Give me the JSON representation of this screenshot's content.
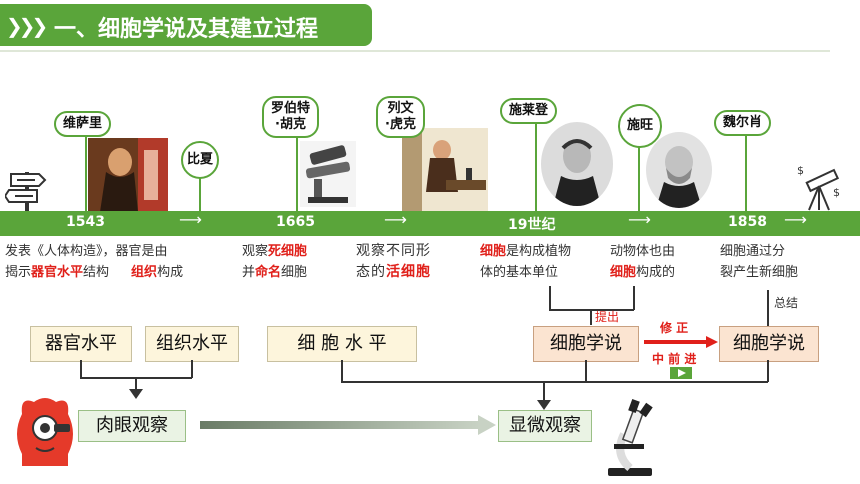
{
  "header": {
    "title": "一、细胞学说及其建立过程",
    "chevrons": "❯❯❯"
  },
  "timeline": {
    "labels": [
      "1543",
      "1665",
      "19世纪",
      "1858"
    ],
    "arrow": "⟶"
  },
  "scientists": {
    "vesalius": "维萨里",
    "bichat": "比夏",
    "hooke": [
      "罗伯特",
      "·胡克"
    ],
    "leeuwenhoek": [
      "列文",
      "·虎克"
    ],
    "schleiden": "施莱登",
    "schwann": "施旺",
    "virchow": "魏尔肖"
  },
  "descriptions": {
    "d1": [
      "发表《人体构造》，器官是由",
      "揭示",
      "器官水平",
      "结构",
      "组织",
      "构成"
    ],
    "d2": [
      "观察",
      "死细胞",
      "并",
      "命名",
      "细胞"
    ],
    "d3": [
      "观察不同形",
      "态的",
      "活细胞"
    ],
    "d4": [
      "细胞",
      "是构成植物",
      "体的基本单位"
    ],
    "d5": [
      "动物体也由",
      "细胞",
      "构成的"
    ],
    "d6": [
      "细胞通过分",
      "裂产生新细胞"
    ]
  },
  "annotations": {
    "propose": "提出",
    "summary": "总结",
    "revise": "修 正",
    "progress": "中 前 进"
  },
  "levels": {
    "organ": "器官水平",
    "tissue": "组织水平",
    "cell": "细 胞 水 平",
    "theory1": "细胞学说",
    "theory2": "细胞学说"
  },
  "observation": {
    "naked": "肉眼观察",
    "micro": "显微观察"
  },
  "colors": {
    "green": "#5aa53a",
    "red": "#e0201a",
    "box_yellow": "#fdf5dc",
    "box_orange": "#fbe4d1"
  }
}
